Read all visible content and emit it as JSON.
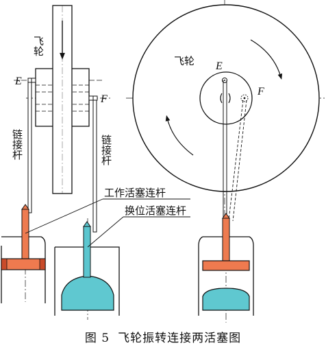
{
  "labels": {
    "flywheel_side": "飞轮",
    "flywheel_front": "飞轮",
    "point_e": "E",
    "point_f": "F",
    "point_e_front": "E",
    "point_f_front": "F",
    "link_rod_left": "链接杆",
    "link_rod_right": "链接杆",
    "working_rod": "工作活塞连杆",
    "shifting_rod": "换位活塞连杆"
  },
  "caption": {
    "number": "图 5",
    "title": "飞轮振转连接两活塞图"
  },
  "colors": {
    "piston_orange": "#ef7a4f",
    "rod_teal": "#5bc6cf",
    "rod_orange": "#ee7b50",
    "liquid_cyan": "#5fc8d0",
    "line": "#111111"
  }
}
